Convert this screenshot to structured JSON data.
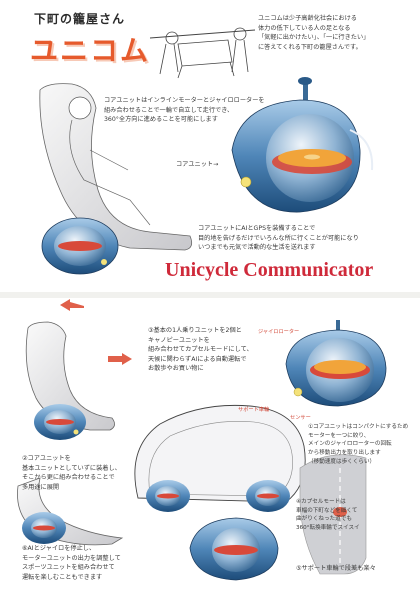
{
  "top": {
    "subtitle": "下町の籠屋さん",
    "title": "ユニコム",
    "intro_lines": [
      "ユニコムは少子高齢化社会における",
      "体力の低下している人の足となる",
      "「気軽に出かけたい」、「一に行きたい」",
      "に答えてくれる下町の籠屋さんです。"
    ],
    "core_lines": [
      "コアユニットはインラインモーターとジャイロローターを",
      "組み合わせることで一輪で自立して走行でき、",
      "360°全方向に進めることを可能にします"
    ],
    "core_label": "コアユニット→",
    "ai_lines": [
      "コアユニットにAIとGPSを装備することで",
      "目的地を告げるだけでいろんな所に行くことが可能になり",
      "いつまでも元気で活動的な生活を送れます"
    ],
    "banner": "Unicycle Communicator"
  },
  "bottom": {
    "combo_lines": [
      "③基本の1人乗りユニットを2個と",
      "キャノピーユニットを",
      "組み合わせてカプセルモードにして、",
      "天候に関わらずAIによる自動運転で",
      "お散歩やお買い物に"
    ],
    "label_gyro": "ジャイロローター",
    "label_support": "サポート車輪",
    "label_sensor": "センサー",
    "compact_lines": [
      "①コアユニットはコンパクトにするため",
      "モーターを一つに絞り、",
      "メインのジャイロローターの回転",
      "から移動出力を取り出します",
      "（移動速度は歩くくらい）"
    ],
    "base_lines": [
      "②コアユニットを",
      "基本ユニットとしていずに装着し、",
      "そこから更に組み合わせることで",
      "多用途に展開"
    ],
    "capsule_lines": [
      "④カプセルモードは",
      "車幅の下町などを細くて",
      "曲がりくねった道でも",
      "360°転換車輪でスイスイ"
    ],
    "sport_lines": [
      "⑥AIとジャイロを停止し、",
      "モーターユニットの出力を調整して",
      "スポーツユニットを組み合わせて",
      "運転を楽しむこともできます"
    ],
    "wheel_note": "⑤サポート車輪で段差も楽々"
  },
  "colors": {
    "accent": "#e65a2c",
    "banner": "#cf2a3a",
    "body_blue": "#4f86b8",
    "core_orange": "#f1a43a",
    "core_red": "#d8493a"
  }
}
